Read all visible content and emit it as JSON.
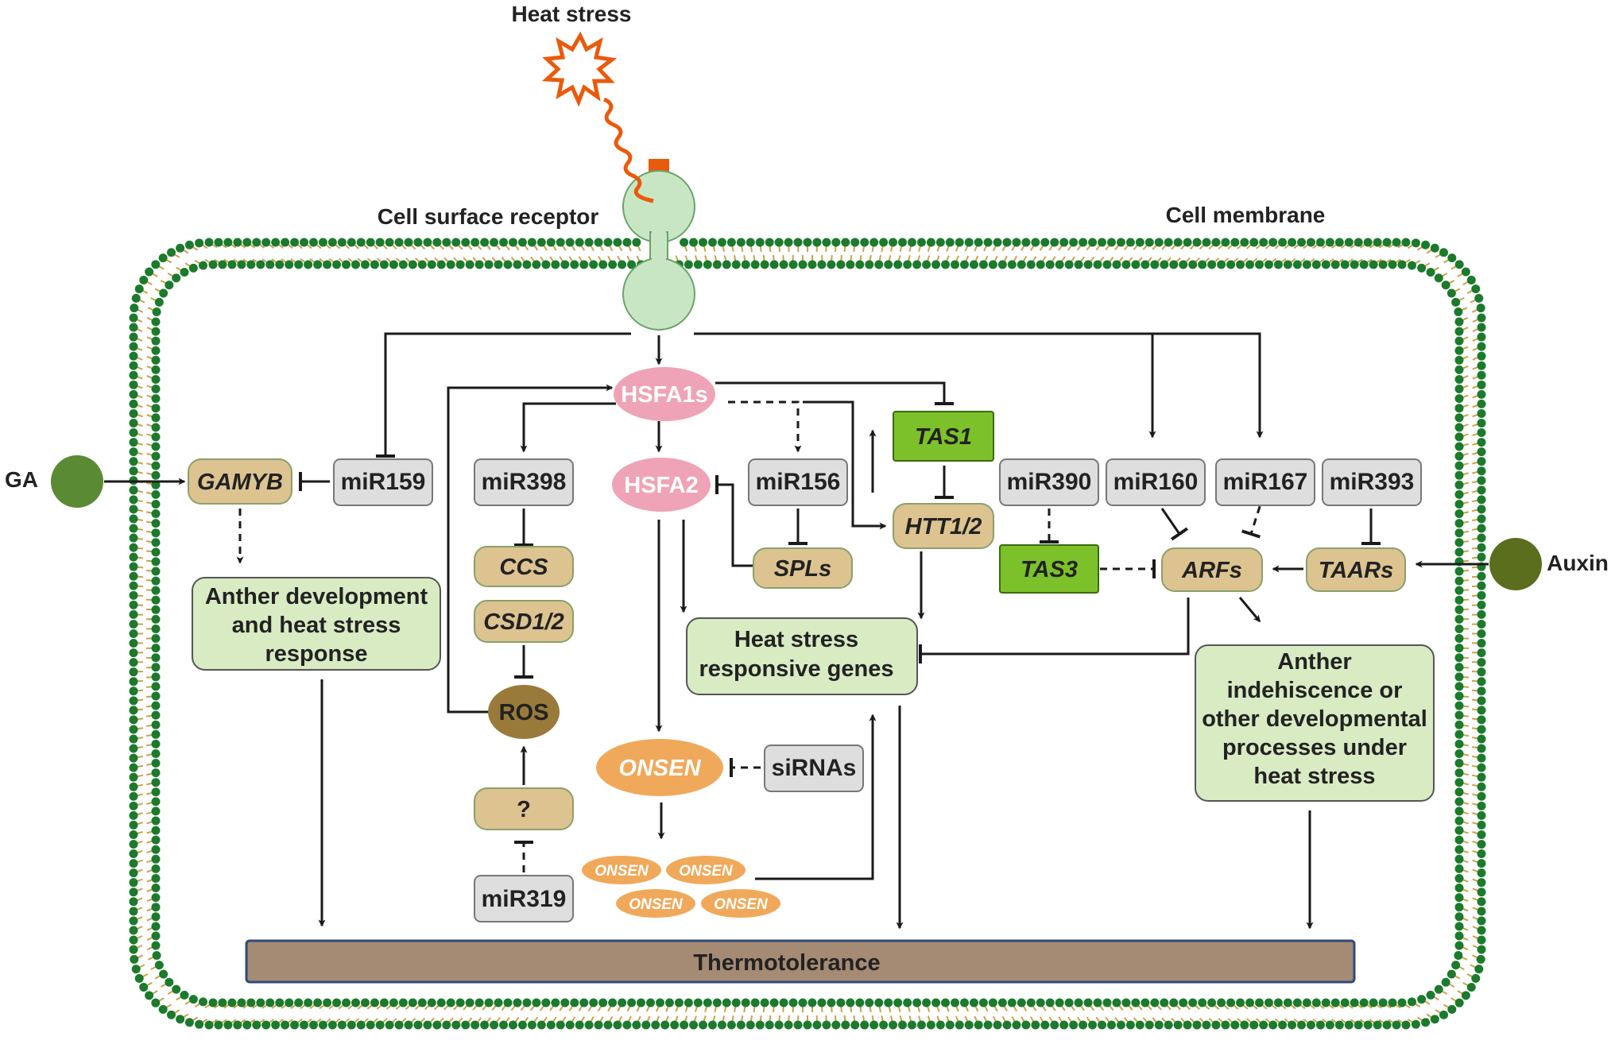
{
  "labels": {
    "heat_stress": "Heat stress",
    "cell_surface_receptor": "Cell surface receptor",
    "cell_membrane": "Cell membrane",
    "ga": "GA",
    "auxin": "Auxin"
  },
  "nodes": {
    "hsfa1s": "HSFA1s",
    "hsfa2": "HSFA2",
    "gamyb": "GAMYB",
    "mir159": "miR159",
    "mir398": "miR398",
    "ccs": "CCS",
    "csd12": "CSD1/2",
    "ros": "ROS",
    "question": "?",
    "mir319": "miR319",
    "mir156": "miR156",
    "spls": "SPLs",
    "tas1": "TAS1",
    "htt12": "HTT1/2",
    "onsen": "ONSEN",
    "onsen_copy": "ONSEN",
    "sirnas": "siRNAs",
    "mir390": "miR390",
    "mir160": "miR160",
    "mir167": "miR167",
    "mir393": "miR393",
    "tas3": "TAS3",
    "arfs": "ARFs",
    "taars": "TAARs"
  },
  "outcomes": {
    "anther_dev": [
      "Anther development",
      "and heat stress",
      "response"
    ],
    "heat_genes": [
      "Heat stress",
      "responsive genes"
    ],
    "anther_indehiscence": [
      "Anther",
      "indehiscence or",
      "other developmental",
      "processes under",
      "heat stress"
    ],
    "thermotolerance": "Thermotolerance"
  },
  "colors": {
    "membrane_head": "#1b7a2b",
    "membrane_tail": "#c9a24a",
    "receptor": "#c8e6c4",
    "receptor_cap": "#ea5a0c",
    "hsf_pink": "#efa3b6",
    "tan_box": "#dcc390",
    "gray_box": "#dedede",
    "green_box": "#7cc12a",
    "outcome_box": "#d8ebc3",
    "ros_brown": "#9a7a3a",
    "onsen_orange": "#f0a95a",
    "thermo_bar": "#a58a74",
    "ga_circle": "#5a8a34",
    "auxin_circle": "#5a6e1e"
  },
  "icons": {
    "heat": "starburst-icon",
    "receptor": "receptor-icon"
  }
}
